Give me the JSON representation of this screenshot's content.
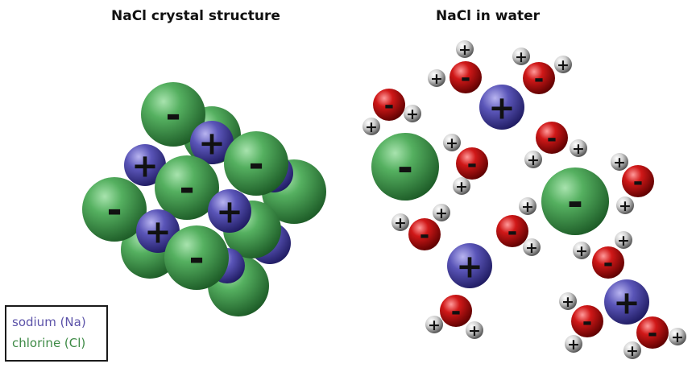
{
  "titles": {
    "left": "NaCl crystal structure",
    "right": "NaCl in water"
  },
  "legend": {
    "sodium": "sodium (Na)",
    "chlorine": "chlorine (Cl)"
  },
  "symbols": {
    "plus": "+",
    "minus": "-"
  },
  "colors": {
    "sodium": "#4f4ab0",
    "chlorine": "#3f9a4e",
    "oxygen": "#c01010",
    "hydrogen": "#d8d8d8"
  }
}
